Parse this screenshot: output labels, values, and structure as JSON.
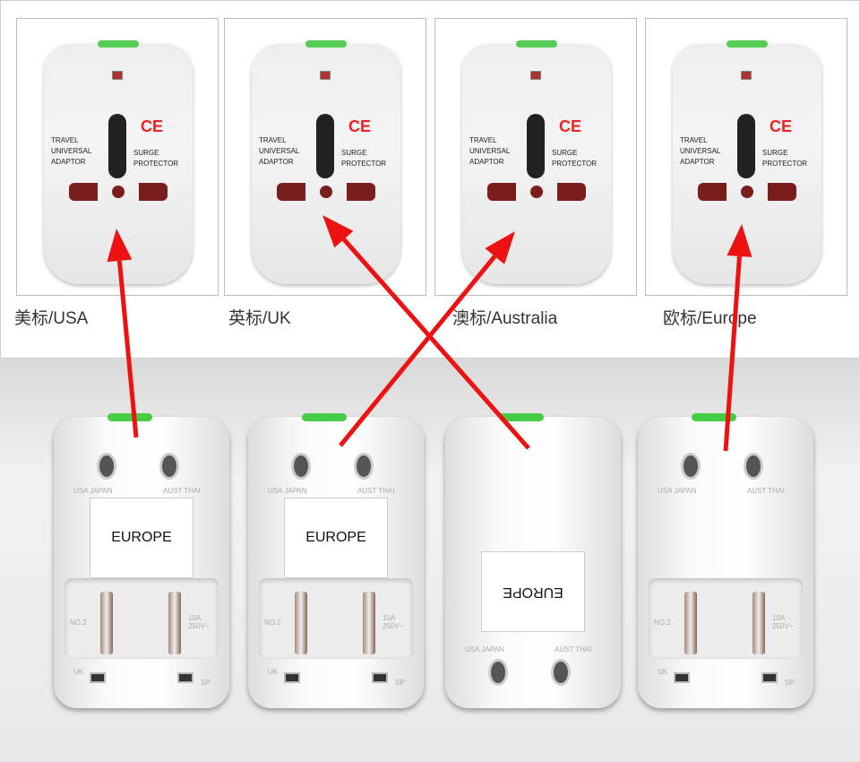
{
  "outlet_text": {
    "line1": "TRAVEL",
    "line2": "UNIVERSAL",
    "line3": "ADAPTOR",
    "surge1": "SURGE",
    "surge2": "PROTECTOR",
    "ce": "CE"
  },
  "types": [
    {
      "label": "美标/USA"
    },
    {
      "label": "英标/UK"
    },
    {
      "label": "澳标/Australia"
    },
    {
      "label": "欧标/Europe"
    }
  ],
  "adapter_text": {
    "europe": "EUROPE",
    "usa_japan": "USA JAPAN",
    "aust_thai": "AUST THAI",
    "uk": "UK",
    "sp": "SP",
    "rating": "10A 250V~",
    "model": "NO.2"
  },
  "colors": {
    "arrow": "#ee1111",
    "uk_pin": "#2a9ad6"
  }
}
